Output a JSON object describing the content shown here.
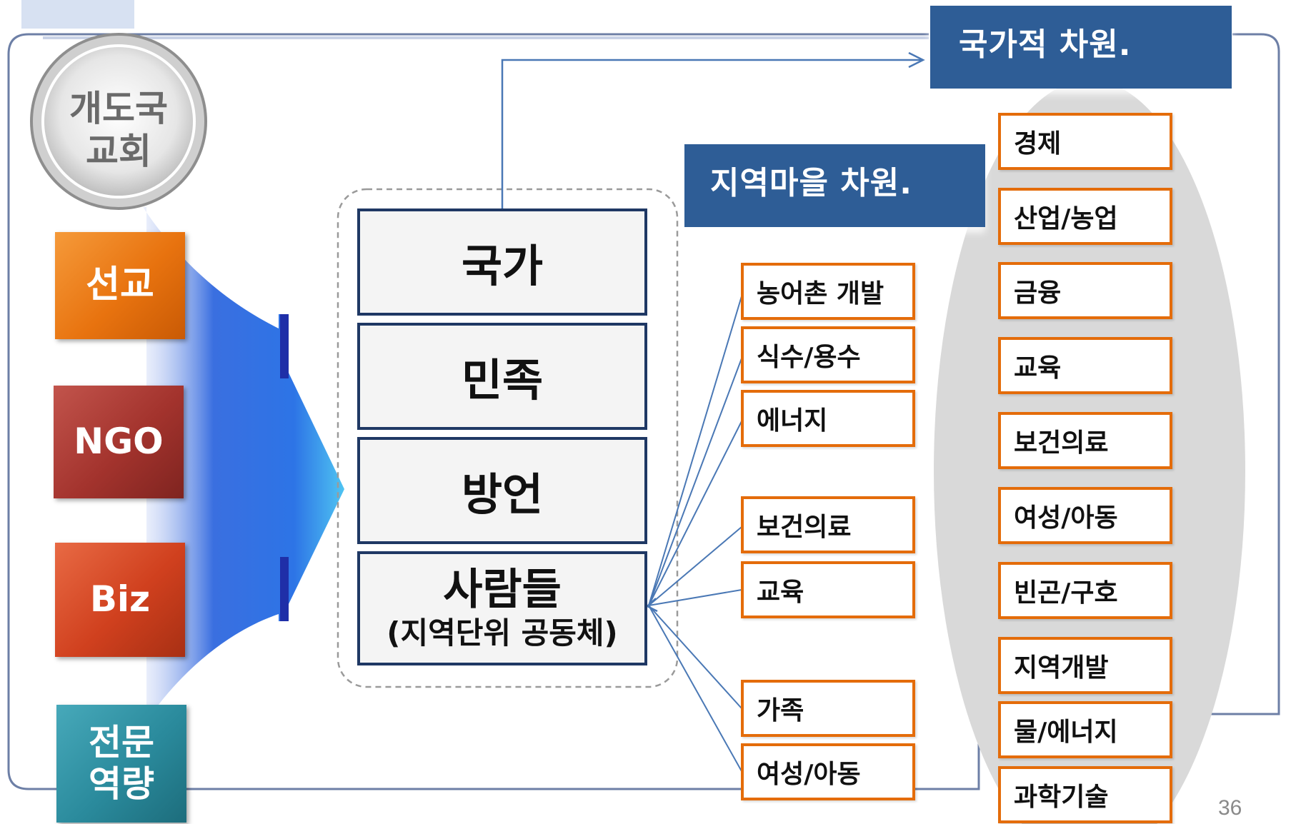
{
  "colors": {
    "frame": "#6d7fa6",
    "banner": "#2e5d96",
    "core_border": "#1f3864",
    "item_border": "#e46c0a",
    "connector": "#4a78b5",
    "ellipse": "#d9d9d9",
    "arrow": "#2f6fd6"
  },
  "badge": {
    "line1": "개도국",
    "line2": "교회"
  },
  "actors": [
    {
      "label": "선교",
      "color": "#e8730f"
    },
    {
      "label": "NGO",
      "color": "#a3332d"
    },
    {
      "label": "Biz",
      "color": "#d0401e"
    },
    {
      "line1": "전문",
      "line2": "역량",
      "color": "#2a8a9c"
    }
  ],
  "core": {
    "nation": "국가",
    "ethnic": "민족",
    "dialect": "방언",
    "people": "사람들",
    "people_sub": "(지역단위 공동체)"
  },
  "banners": {
    "national": "국가적 차원.",
    "village": "지역마을 차원."
  },
  "village_items": [
    "농어촌 개발",
    "식수/용수",
    "에너지",
    "보건의료",
    "교육",
    "가족",
    "여성/아동"
  ],
  "national_items": [
    "경제",
    "산업/농업",
    "금융",
    "교육",
    "보건의료",
    "여성/아동",
    "빈곤/구호",
    "지역개발",
    "물/에너지",
    "과학기술"
  ],
  "page_number": "36"
}
